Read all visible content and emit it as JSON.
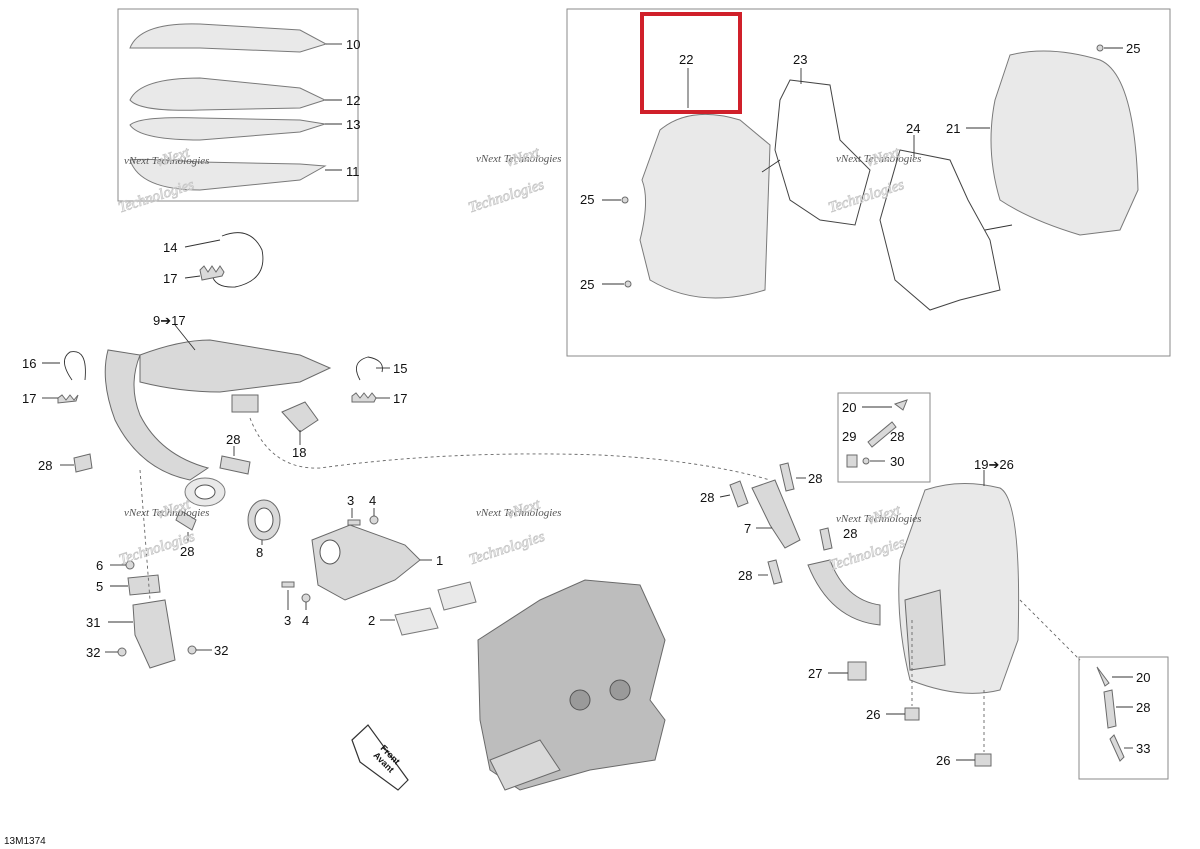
{
  "diagram_code": "13M1374",
  "front_arrow": {
    "line1": "Front",
    "line2": "Avant"
  },
  "watermark": {
    "line1": "vNext",
    "line2": "Technologies",
    "small": "vNext Technologies"
  },
  "highlight_color": "#d0202a",
  "callouts": {
    "c10": "10",
    "c12": "12",
    "c13": "13",
    "c11": "11",
    "c14": "14",
    "c17a": "17",
    "c9": "9➔17",
    "c16": "16",
    "c17b": "17",
    "c15": "15",
    "c17c": "17",
    "c18": "18",
    "c28a": "28",
    "c28b": "28",
    "c28c": "28",
    "c6": "6",
    "c5": "5",
    "c31": "31",
    "c32a": "32",
    "c32b": "32",
    "c8": "8",
    "c3a": "3",
    "c4a": "4",
    "c1": "1",
    "c2": "2",
    "c3b": "3",
    "c4b": "4",
    "c22": "22",
    "c23": "23",
    "c24": "24",
    "c21": "21",
    "c25a": "25",
    "c25b": "25",
    "c25c": "25",
    "c20a": "20",
    "c29": "29",
    "c28d": "28",
    "c30": "30",
    "c28e": "28",
    "c28f": "28",
    "c7": "7",
    "c28g": "28",
    "c28h": "28",
    "c19": "19➔26",
    "c27": "27",
    "c26a": "26",
    "c26b": "26",
    "c20b": "20",
    "c28i": "28",
    "c33": "33"
  }
}
